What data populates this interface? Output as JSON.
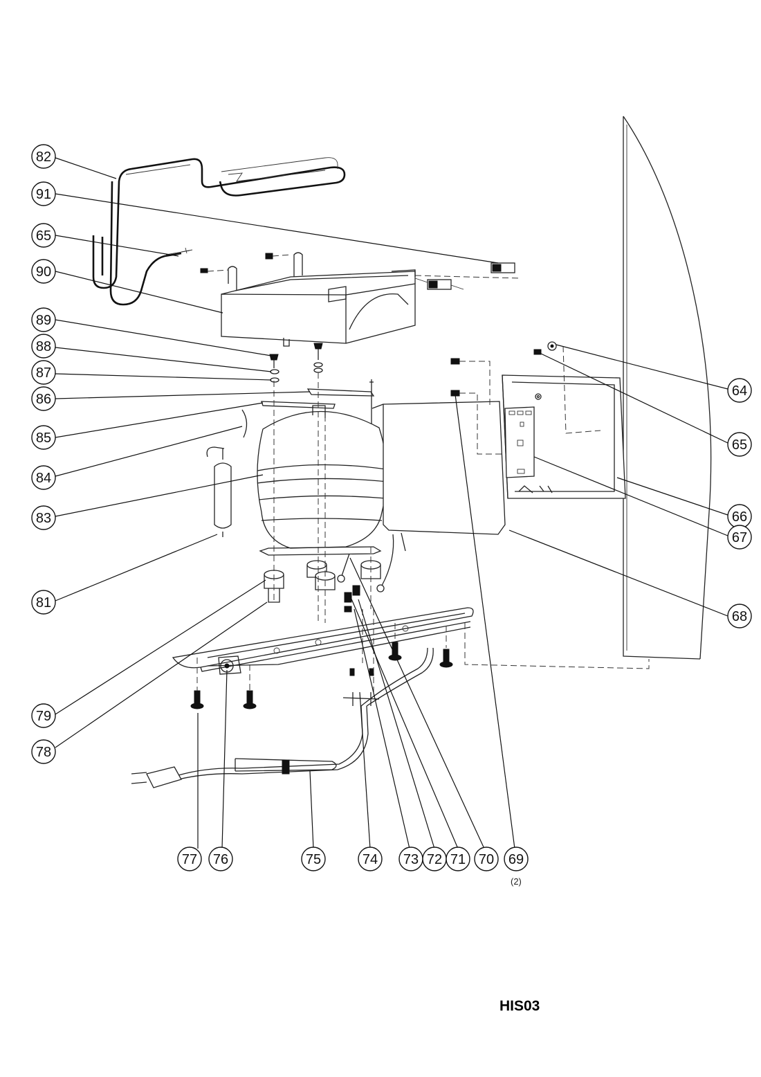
{
  "callouts": [
    {
      "num": "82",
      "side": "left"
    },
    {
      "num": "91",
      "side": "left"
    },
    {
      "num": "65",
      "side": "left"
    },
    {
      "num": "90",
      "side": "left"
    },
    {
      "num": "89",
      "side": "left"
    },
    {
      "num": "88",
      "side": "left"
    },
    {
      "num": "87",
      "side": "left"
    },
    {
      "num": "86",
      "side": "left"
    },
    {
      "num": "85",
      "side": "left"
    },
    {
      "num": "84",
      "side": "left"
    },
    {
      "num": "83",
      "side": "left"
    },
    {
      "num": "81",
      "side": "left"
    },
    {
      "num": "79",
      "side": "left"
    },
    {
      "num": "78",
      "side": "left"
    },
    {
      "num": "64",
      "side": "right"
    },
    {
      "num": "65",
      "side": "right"
    },
    {
      "num": "66",
      "side": "right"
    },
    {
      "num": "67",
      "side": "right"
    },
    {
      "num": "68",
      "side": "right"
    },
    {
      "num": "77",
      "side": "bottom"
    },
    {
      "num": "76",
      "side": "bottom"
    },
    {
      "num": "75",
      "side": "bottom"
    },
    {
      "num": "74",
      "side": "bottom"
    },
    {
      "num": "73",
      "side": "bottom"
    },
    {
      "num": "72",
      "side": "bottom"
    },
    {
      "num": "71",
      "side": "bottom"
    },
    {
      "num": "70",
      "side": "bottom"
    },
    {
      "num": "69",
      "side": "bottom"
    }
  ],
  "note": "(2)",
  "doc_code": "HIS03"
}
